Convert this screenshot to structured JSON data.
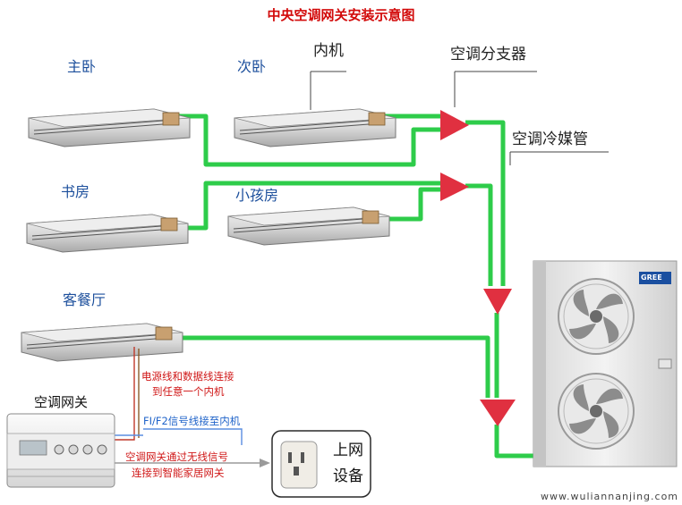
{
  "title": "中央空调网关安装示意图",
  "rooms": {
    "master_bedroom": "主卧",
    "second_bedroom": "次卧",
    "study": "书房",
    "kids_room": "小孩房",
    "living_dining": "客餐厅"
  },
  "callouts": {
    "indoor_unit": "内机",
    "splitter": "空调分支器",
    "refrigerant_pipe": "空调冷媒管"
  },
  "notes": {
    "power_data_line_1": "电源线和数据线连接",
    "power_data_line_2": "到任意一个内机",
    "fi_f2_line": "FI/F2信号线接至内机",
    "wireless_1": "空调网关通过无线信号",
    "wireless_2": "连接到智能家居网关"
  },
  "gateway": {
    "title": "空调网关"
  },
  "network_device": {
    "line1": "上网",
    "line2": "设备"
  },
  "outdoor_unit": {
    "brand": "GREE"
  },
  "watermark": "www.wuliannanjing.com",
  "colors": {
    "title_red": "#d20a0a",
    "room_blue": "#1c4f9c",
    "pipe_green": "#2ecc4a",
    "splitter_red": "#e03040",
    "note_red": "#d01818",
    "note_blue": "#1f63c9"
  }
}
